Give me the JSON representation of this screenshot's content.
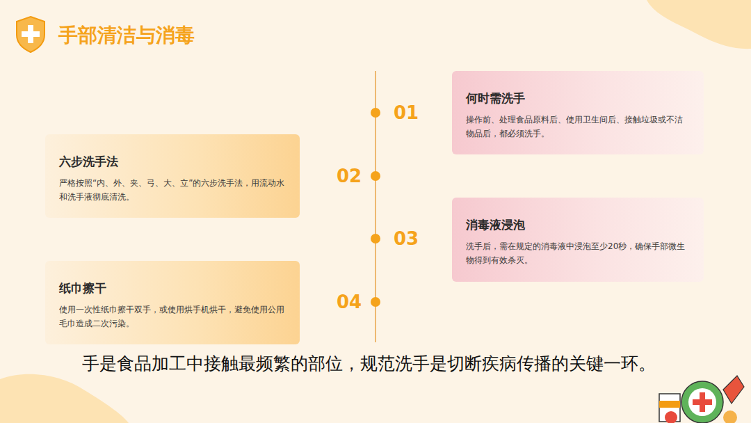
{
  "diagram": {
    "title": "手部清洁与消毒",
    "caption": "手是食品加工中接触最频繁的部位，规范洗手是切断疾病传播的关键一环。",
    "nodes": [
      {
        "text": [
          "何时需洗手",
          "操作前、处理食品原料后、使用卫生间后、接触垃圾或不洁物品后，都必须洗手。"
        ]
      },
      {
        "text": [
          "六步洗手法",
          "严格按照“内、外、夹、弓、大、立”的六步洗手法，用流动水和洗手液彻底清洗。"
        ]
      },
      {
        "text": [
          "消毒液浸泡",
          "洗手后，需在规定的消毒液中浸泡至少20秒，确保手部微生物得到有效杀灭。"
        ]
      },
      {
        "text": [
          "纸巾擦干",
          "使用一次性纸巾擦干双手，或使用烘手机烘干，避免使用公用毛巾造成二次污染。"
        ]
      }
    ],
    "labels": [
      "01",
      "02",
      "03",
      "04"
    ]
  }
}
